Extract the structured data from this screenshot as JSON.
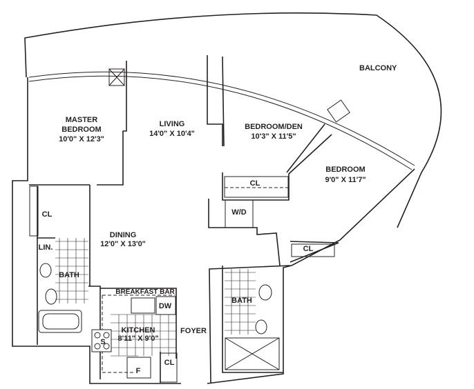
{
  "rooms": {
    "balcony": {
      "name": "BALCONY"
    },
    "master_bedroom": {
      "name_line1": "MASTER",
      "name_line2": "BEDROOM",
      "size": "10'0\" X 12'3\""
    },
    "living": {
      "name": "LIVING",
      "size": "14'0\" X 10'4\""
    },
    "bedroom_den": {
      "name": "BEDROOM/DEN",
      "size": "10'3\" X 11'5\""
    },
    "bedroom": {
      "name": "BEDROOM",
      "size": "9'0\" X 11'7\""
    },
    "dining": {
      "name": "DINING",
      "size": "12'0\" X 13'0\""
    },
    "kitchen": {
      "name": "KITCHEN",
      "size": "8'11\" X 9'0\""
    },
    "foyer": {
      "name": "FOYER"
    },
    "bath_master": {
      "name": "BATH"
    },
    "bath_second": {
      "name": "BATH"
    }
  },
  "fixtures": {
    "closet_den": "CL",
    "closet_bedroom": "CL",
    "closet_master": "CL",
    "closet_foyer": "CL",
    "linen": "LIN.",
    "washer_dryer": "W/D",
    "breakfast_bar": "BREAKFAST BAR",
    "dishwasher": "DW",
    "stove": "S",
    "fridge": "F"
  }
}
